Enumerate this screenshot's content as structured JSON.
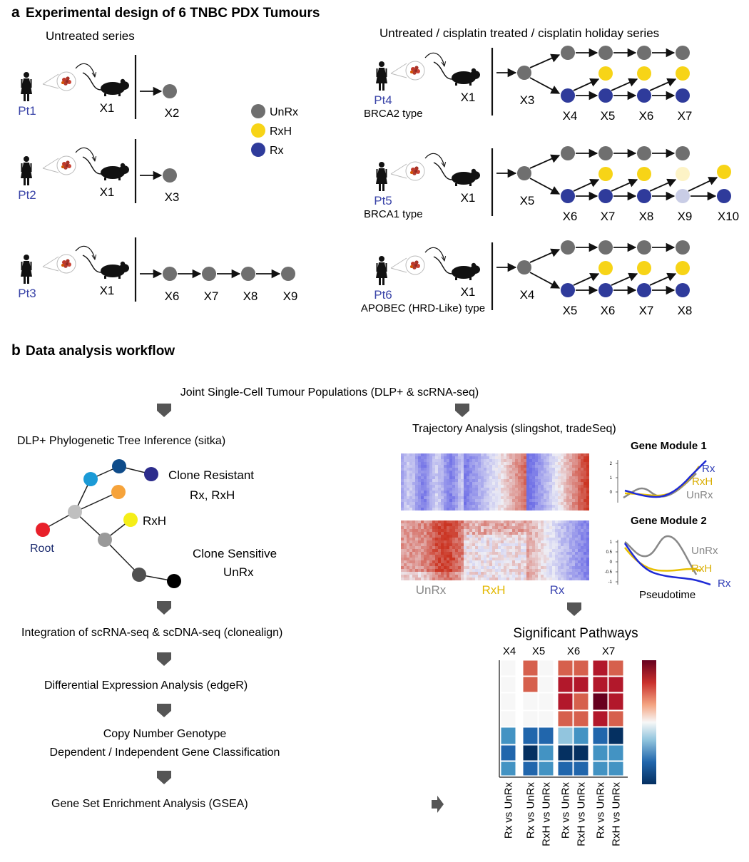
{
  "panel_a": {
    "letter": "a",
    "title": "Experimental design of 6 TNBC PDX Tumours",
    "untreated_header": "Untreated series",
    "treated_header": "Untreated / cisplatin treated / cisplatin holiday series",
    "legend": [
      {
        "label": "UnRx",
        "color": "#6f6f6f"
      },
      {
        "label": "RxH",
        "color": "#f7d417"
      },
      {
        "label": "Rx",
        "color": "#2f3b9b"
      }
    ],
    "untreated": [
      {
        "patient": "Pt1",
        "xeno": "X1",
        "passages": [
          "X2"
        ]
      },
      {
        "patient": "Pt2",
        "xeno": "X1",
        "passages": [
          "X3"
        ]
      },
      {
        "patient": "Pt3",
        "xeno": "X1",
        "passages": [
          "X6",
          "X7",
          "X8",
          "X9"
        ]
      }
    ],
    "treated": [
      {
        "patient": "Pt4",
        "type": "BRCA2 type",
        "xeno": "X1",
        "root": "X3",
        "passages": [
          "X4",
          "X5",
          "X6",
          "X7"
        ]
      },
      {
        "patient": "Pt5",
        "type": "BRCA1 type",
        "xeno": "X1",
        "root": "X5",
        "passages": [
          "X6",
          "X7",
          "X8",
          "X9",
          "X10"
        ]
      },
      {
        "patient": "Pt6",
        "type": "APOBEC (HRD-Like) type",
        "xeno": "X1",
        "root": "X4",
        "passages": [
          "X5",
          "X6",
          "X7",
          "X8"
        ]
      }
    ],
    "colors": {
      "patient_label": "#3a44a8",
      "unrx": "#6f6f6f",
      "rxh": "#f7d417",
      "rx": "#2f3b9b",
      "rxh_faded": "#fdf3c6",
      "rx_faded": "#c9cde6"
    }
  },
  "panel_b": {
    "letter": "b",
    "title": "Data analysis workflow",
    "joint": "Joint Single-Cell Tumour Populations (DLP+ & scRNA-seq)",
    "phylo": "DLP+ Phylogenetic Tree Inference (sitka)",
    "trajectory": "Trajectory Analysis (slingshot, tradeSeq)",
    "tree": {
      "root_label": "Root",
      "resistant_label": "Clone Resistant",
      "resistant_sub": "Rx, RxH",
      "rxh_label": "RxH",
      "sensitive_label": "Clone Sensitive",
      "sensitive_sub": "UnRx"
    },
    "steps": [
      "Integration of scRNA-seq & scDNA-seq (clonealign)",
      "Differential Expression Analysis (edgeR)",
      "Copy Number Genotype",
      "Dependent / Independent Gene Classification",
      "Gene Set Enrichment Analysis (GSEA)"
    ],
    "heatmap_groups": [
      "UnRx",
      "RxH",
      "Rx"
    ],
    "modules": [
      {
        "title": "Gene Module 1",
        "ticks": [
          "2",
          "1",
          "0"
        ],
        "labels": [
          "Rx",
          "RxH",
          "UnRx"
        ]
      },
      {
        "title": "Gene Module 2",
        "ticks": [
          "1",
          "0.5",
          "0",
          "-0.5",
          "-1"
        ],
        "labels": [
          "UnRx",
          "RxH",
          "Rx"
        ]
      }
    ],
    "pseudotime": "Pseudotime",
    "pathways": {
      "title": "Significant Pathways",
      "groups": [
        "X4",
        "X5",
        "X6",
        "X7"
      ],
      "columns": [
        "Rx vs UnRx",
        "Rx vs UnRx",
        "RxH vs UnRx",
        "Rx vs UnRx",
        "RxH vs UnRx",
        "Rx vs UnRx",
        "RxH vs UnRx"
      ]
    }
  }
}
